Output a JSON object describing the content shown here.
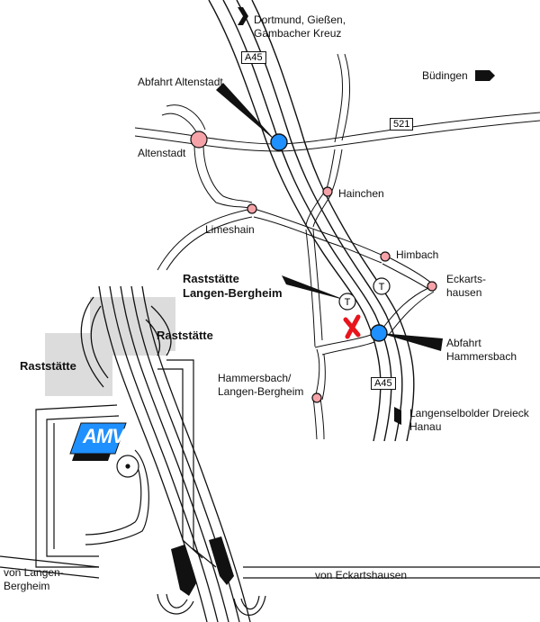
{
  "labels": {
    "dortmund": "Dortmund, Gießen,",
    "gambacher": "Gambacher Kreuz",
    "budingen": "Büdingen",
    "abfahrt_altenstadt": "Abfahrt Altenstadt",
    "altenstadt": "Altenstadt",
    "hainchen": "Hainchen",
    "limeshain": "Limeshain",
    "himbach": "Himbach",
    "eckarts_1": "Eckarts-",
    "eckarts_2": "hausen",
    "rast_lb_1": "Raststätte",
    "rast_lb_2": "Langen-Bergheim",
    "abfahrt_hammersbach_1": "Abfahrt",
    "abfahrt_hammersbach_2": "Hammersbach",
    "hammersbach_1": "Hammersbach/",
    "hammersbach_2": "Langen-Bergheim",
    "langenselbolder_1": "Langenselbolder Dreieck",
    "langenselbolder_2": "Hanau",
    "raststatte_right": "Raststätte",
    "raststatte_left": "Raststätte",
    "von_langen_1": "von Langen-",
    "von_langen_2": "Bergheim",
    "von_eckarts": "von Eckartshausen"
  },
  "shields": {
    "a45_top": "A45",
    "b521": "521",
    "a45_bottom": "A45"
  },
  "markers": {
    "tank_1": "T",
    "tank_2": "T"
  },
  "logo": "AMV",
  "colors": {
    "village": "#f5a3a8",
    "exit": "#1e90ff",
    "location_cross": "#e8141c",
    "rest_area": "#dcdcdc"
  }
}
